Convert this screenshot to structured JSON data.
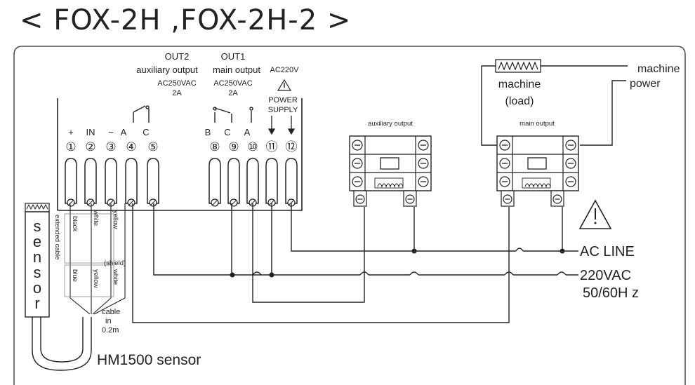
{
  "title": "< FOX-2H ,FOX-2H-2 >",
  "out2": {
    "name": "OUT2",
    "desc": "auxiliary output",
    "rating": "AC250VAC",
    "current": "2A"
  },
  "out1": {
    "name": "OUT1",
    "desc": "main output",
    "rating": "AC250VAC",
    "current": "2A"
  },
  "power": {
    "voltage": "AC220V",
    "line1": "POWER",
    "line2": "SUPPLY"
  },
  "terminal_labels": [
    "+",
    "IN",
    "−",
    "A",
    "C",
    "B",
    "C",
    "A"
  ],
  "terminal_numbers": [
    "①",
    "②",
    "③",
    "④",
    "⑤",
    "⑧",
    "⑨",
    "⑩",
    "⑪",
    "⑫"
  ],
  "relay_aux_label": "auxiliary output",
  "relay_main_label": "main output",
  "machine_load_line1": "machine",
  "machine_load_line2": "(load)",
  "machine_power_line1": "machine",
  "machine_power_line2": "power",
  "sensor_label": "sensor",
  "sensor_letters": [
    "s",
    "e",
    "n",
    "s",
    "o",
    "r"
  ],
  "extended_cable": "extended cable",
  "wire_colors": {
    "black": "black",
    "white": "white",
    "yellow": "yellow",
    "shield": "(shield)",
    "blue": "blue",
    "yellow2": "yellow",
    "white2": "white"
  },
  "cable_note": [
    "cable",
    "in",
    "0.2m"
  ],
  "sensor_model": "HM1500 sensor",
  "ac_line": "AC LINE",
  "ac_voltage": "220VAC",
  "ac_freq": "50/60H z",
  "colors": {
    "line": "#222222",
    "bg": "#ffffff",
    "frame": "#555555"
  }
}
